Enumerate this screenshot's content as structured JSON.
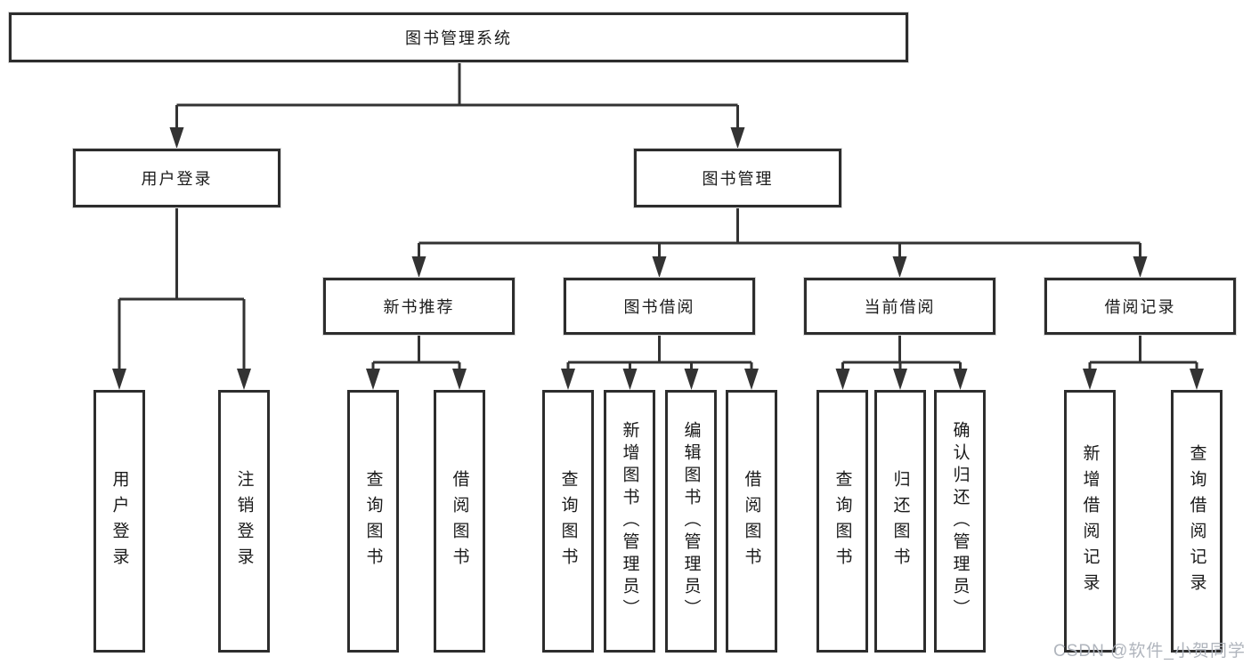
{
  "watermark": "CSDN @软件_小贺同学",
  "colors": {
    "line": "#333333",
    "box_border": "#2d2d2d",
    "text": "#1a1a1a",
    "watermark_text": "#acb1b9"
  },
  "tree": {
    "root": {
      "label": "图书管理系统"
    },
    "branches": [
      {
        "label": "用户登录",
        "children": [
          {
            "label": "用户登录"
          },
          {
            "label": "注销登录"
          }
        ]
      },
      {
        "label": "图书管理",
        "children": [
          {
            "label": "新书推荐",
            "children": [
              {
                "label": "查询图书"
              },
              {
                "label": "借阅图书"
              }
            ]
          },
          {
            "label": "图书借阅",
            "children": [
              {
                "label": "查询图书"
              },
              {
                "label": "新增图书（管理员）"
              },
              {
                "label": "编辑图书（管理员）"
              },
              {
                "label": "借阅图书"
              }
            ]
          },
          {
            "label": "当前借阅",
            "children": [
              {
                "label": "查询图书"
              },
              {
                "label": "归还图书"
              },
              {
                "label": "确认归还（管理员）"
              }
            ]
          },
          {
            "label": "借阅记录",
            "children": [
              {
                "label": "新增借阅记录"
              },
              {
                "label": "查询借阅记录"
              }
            ]
          }
        ]
      }
    ]
  }
}
